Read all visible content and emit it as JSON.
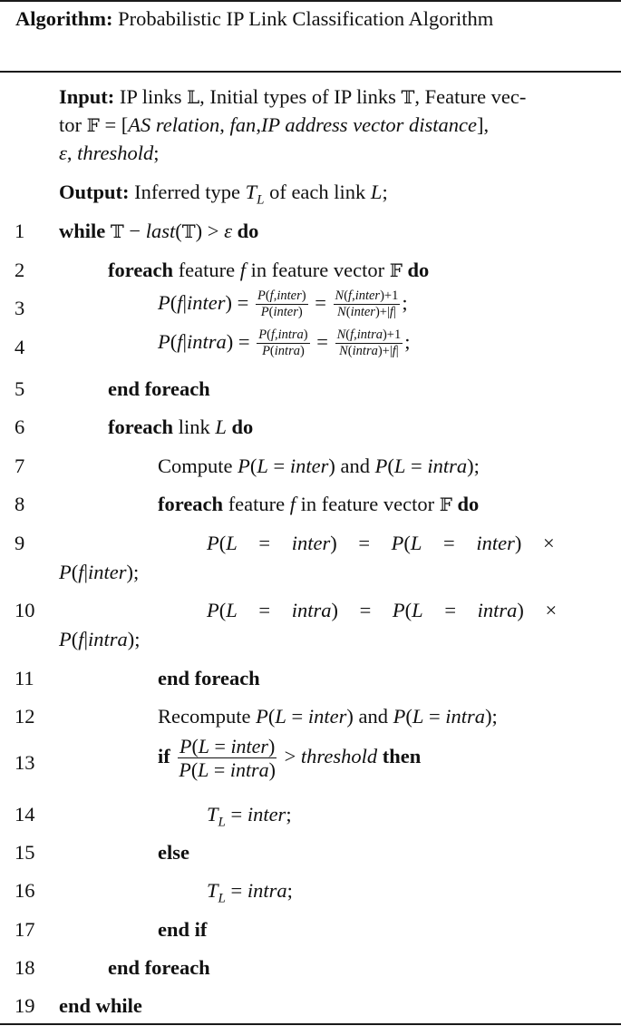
{
  "algorithm": {
    "label": "Algorithm:",
    "title": "Probabilistic IP Link Classification Algorithm"
  },
  "io": {
    "input_label": "Input:",
    "input_text_1": "IP links 𝕃, Initial types of IP links 𝕋, Feature vec-",
    "input_text_2": "tor 𝔽 = [AS relation, fan, IP address vector distance],",
    "input_text_3": "ε, threshold;",
    "output_label": "Output:",
    "output_text": "Inferred type T_L of each link L;"
  },
  "line_numbers": [
    "1",
    "2",
    "3",
    "4",
    "5",
    "6",
    "7",
    "8",
    "9",
    "10",
    "11",
    "12",
    "13",
    "14",
    "15",
    "16",
    "17",
    "18",
    "19"
  ],
  "keywords": {
    "while": "while",
    "do": "do",
    "foreach": "foreach",
    "end_foreach": "end foreach",
    "if": "if",
    "then": "then",
    "else": "else",
    "end_if": "end if",
    "end_while": "end while"
  },
  "text": {
    "l2_mid": "feature",
    "l2_mid2": "in feature vector",
    "l6_mid": "link",
    "l7_compute": "Compute",
    "l7_and": "and",
    "l12_recompute": "Recompute",
    "l12_and": "and"
  }
}
